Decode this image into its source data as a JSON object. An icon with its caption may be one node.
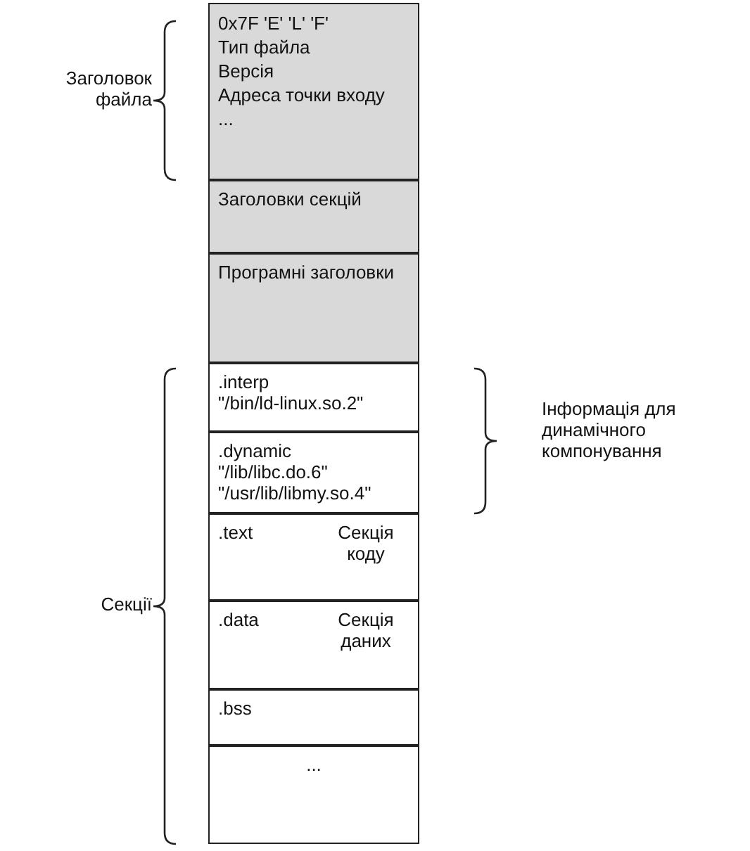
{
  "diagram": {
    "nodes": [
      {
        "text": [
          "0x7F 'E' 'L' 'F'",
          "Тип файла",
          "Версія",
          "Адреса точки входу",
          "..."
        ]
      },
      {
        "text": [
          "Заголовки секцій"
        ]
      },
      {
        "text": [
          "Програмні заголовки"
        ]
      },
      {
        "text": [
          ".interp",
          "\"/bin/ld-linux.so.2\""
        ]
      },
      {
        "text": [
          ".dynamic",
          "\"/lib/libc.do.6\"",
          "\"/usr/lib/libmy.so.4\""
        ]
      },
      {
        "text": [
          ".text",
          "Секція коду"
        ]
      },
      {
        "text": [
          ".data",
          "Секція даних"
        ]
      },
      {
        "text": [
          ".bss"
        ]
      },
      {
        "text": [
          "..."
        ]
      }
    ],
    "labels": [
      "Заголовок файла",
      "Інформація для динамічного компонування",
      "Секції"
    ]
  }
}
